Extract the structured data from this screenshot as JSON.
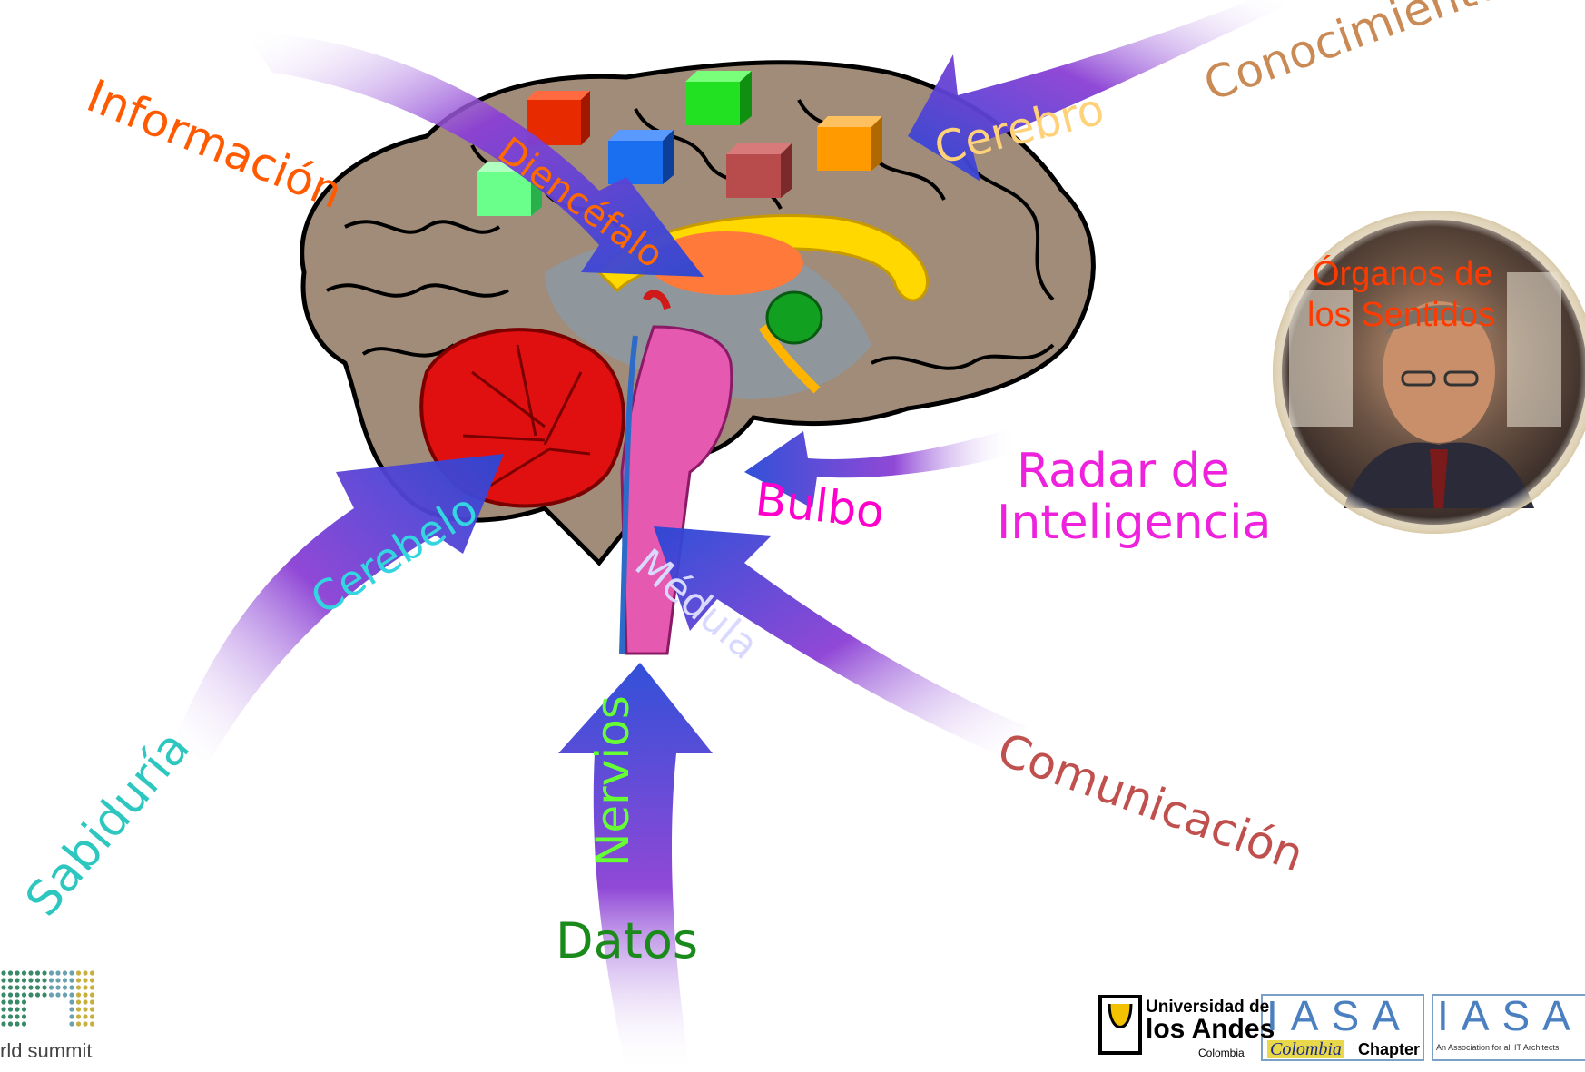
{
  "colors": {
    "informacion": "#ff5a00",
    "conocimiento": "#c98a55",
    "sabiduria": "#2ec7c0",
    "comunicacion": "#c0504d",
    "datos": "#1a8a1a",
    "radar": "#ee22dd",
    "organos": "#ff3a00",
    "arrow_blue": "#2747d6",
    "arrow_purple": "#8a3fd4",
    "cerebro": "#ffd27a",
    "diencefalo": "#ff6a00",
    "cerebelo_lbl": "#33d6e0",
    "bulbo": "#ff00cc",
    "medula": "#d9d9ff",
    "nervios": "#66ff33"
  },
  "labels": {
    "informacion": "Información",
    "conocimiento": "Conocimiento",
    "sabiduria": "Sabiduría",
    "comunicacion": "Comunicación",
    "datos": "Datos",
    "radar_line1": "Radar de",
    "radar_line2": "Inteligencia"
  },
  "brain_parts": {
    "cerebro": "Cerebro",
    "diencefalo": "Diencéfalo",
    "cerebelo": "Cerebelo",
    "bulbo": "Bulbo",
    "medula": "Médula",
    "nervios": "Nervios"
  },
  "senses": {
    "line1": "Órganos de",
    "line2": "los Sentidos"
  },
  "logos": {
    "summit_text": "rld summit",
    "uniandes_line1": "Universidad de",
    "uniandes_line2": "los Andes",
    "uniandes_country": "Colombia",
    "iasa_colombia_word": "Colombia",
    "iasa_colombia_chapter": "Chapter",
    "iasa_tagline": "An Association for all IT Architects",
    "iasa_letters": "IASA"
  }
}
